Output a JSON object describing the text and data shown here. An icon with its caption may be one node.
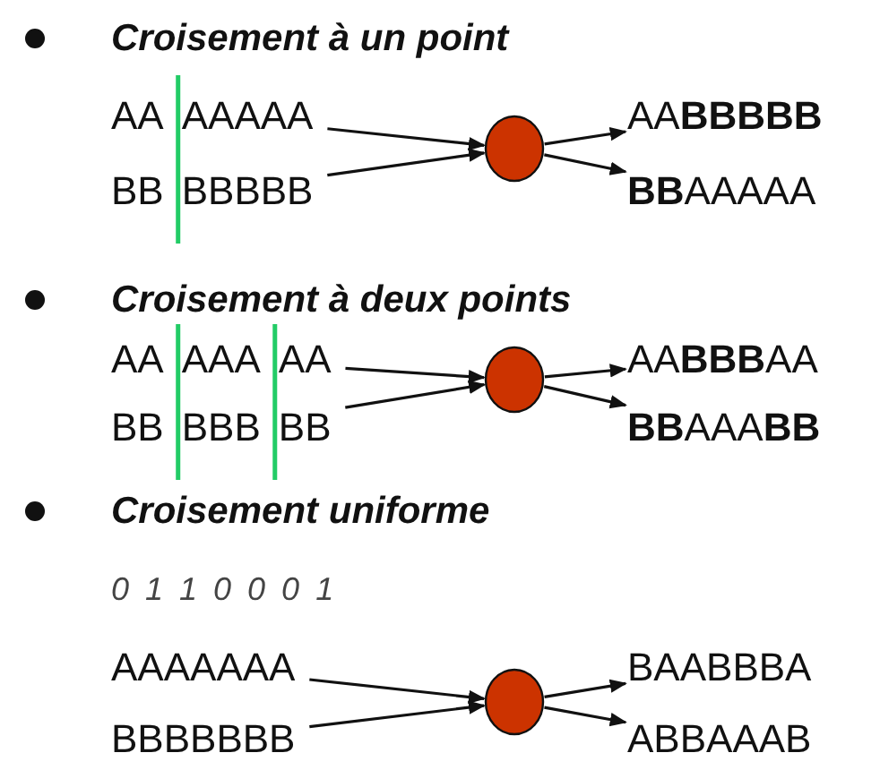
{
  "diagram": {
    "nodes": [
      {
        "text": [
          "AA AAAAA"
        ]
      },
      {
        "text": [
          "BB BBBBB"
        ]
      },
      {
        "text": [],
        "shape": "circle"
      },
      {
        "text": [
          "AA**BBBBB**"
        ]
      },
      {
        "text": [
          "**BB**AAAAA"
        ]
      },
      {
        "text": [
          "AA AAA AA"
        ]
      },
      {
        "text": [
          "BB BBB BB"
        ]
      },
      {
        "text": [],
        "shape": "circle"
      },
      {
        "text": [
          "AA**BBB**AA"
        ]
      },
      {
        "text": [
          "**BB**AAA**BB**"
        ]
      },
      {
        "text": [
          "AAAAAAA"
        ]
      },
      {
        "text": [
          "BBBBBBB"
        ]
      },
      {
        "text": [],
        "shape": "circle"
      },
      {
        "text": [
          "BAABBBA"
        ]
      },
      {
        "text": [
          "ABBAAAB"
        ]
      }
    ],
    "edges": [
      {
        "from": 0,
        "to": 2,
        "arrow": "to"
      },
      {
        "from": 1,
        "to": 2,
        "arrow": "to"
      },
      {
        "from": 2,
        "to": 3,
        "arrow": "to"
      },
      {
        "from": 2,
        "to": 4,
        "arrow": "to"
      },
      {
        "from": 5,
        "to": 7,
        "arrow": "to"
      },
      {
        "from": 6,
        "to": 7,
        "arrow": "to"
      },
      {
        "from": 7,
        "to": 8,
        "arrow": "to"
      },
      {
        "from": 7,
        "to": 9,
        "arrow": "to"
      },
      {
        "from": 10,
        "to": 12,
        "arrow": "to"
      },
      {
        "from": 11,
        "to": 12,
        "arrow": "to"
      },
      {
        "from": 12,
        "to": 13,
        "arrow": "to"
      },
      {
        "from": 12,
        "to": 14,
        "arrow": "to"
      }
    ],
    "labels": [
      "Croisement à un point",
      "Croisement à deux points",
      "Croisement uniforme",
      "0 1 1 0 0 0 1"
    ]
  }
}
